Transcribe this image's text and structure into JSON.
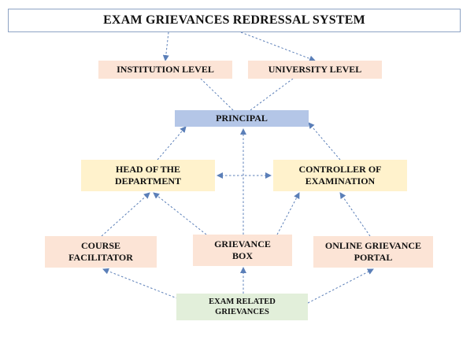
{
  "title": "EXAM GRIEVANCES REDRESSAL SYSTEM",
  "colors": {
    "peach": "#fce4d6",
    "blue": "#b4c6e7",
    "yellow": "#fff2cc",
    "green": "#e2efda",
    "edge": "#5b7fb8",
    "title_border": "#8ea3c4"
  },
  "nodes": {
    "institution": {
      "label": "INSTITUTION LEVEL"
    },
    "university": {
      "label": "UNIVERSITY LEVEL"
    },
    "principal": {
      "label": "PRINCIPAL"
    },
    "hod": {
      "line1": "HEAD OF THE",
      "line2": "DEPARTMENT"
    },
    "coe": {
      "line1": "CONTROLLER OF",
      "line2": "EXAMINATION"
    },
    "course": {
      "line1": "COURSE",
      "line2": "FACILITATOR"
    },
    "gbox": {
      "line1": "GRIEVANCE",
      "line2": "BOX"
    },
    "portal": {
      "line1": "ONLINE GRIEVANCE",
      "line2": "PORTAL"
    },
    "exam": {
      "line1": "EXAM RELATED",
      "line2": "GRIEVANCES"
    }
  },
  "edges": [
    {
      "from": "title",
      "to": "institution",
      "arrow": "end"
    },
    {
      "from": "title",
      "to": "university",
      "arrow": "end"
    },
    {
      "from": "principal",
      "to": "institution",
      "arrow": "none"
    },
    {
      "from": "principal",
      "to": "university",
      "arrow": "none"
    },
    {
      "from": "hod",
      "to": "principal",
      "arrow": "end"
    },
    {
      "from": "coe",
      "to": "principal",
      "arrow": "end"
    },
    {
      "from": "hod",
      "to": "coe",
      "arrow": "both"
    },
    {
      "from": "gbox",
      "to": "principal",
      "arrow": "end"
    },
    {
      "from": "course",
      "to": "hod",
      "arrow": "end"
    },
    {
      "from": "gbox",
      "to": "hod",
      "arrow": "end"
    },
    {
      "from": "gbox",
      "to": "coe",
      "arrow": "end"
    },
    {
      "from": "portal",
      "to": "coe",
      "arrow": "end"
    },
    {
      "from": "exam",
      "to": "course",
      "arrow": "end"
    },
    {
      "from": "exam",
      "to": "gbox",
      "arrow": "end"
    },
    {
      "from": "exam",
      "to": "portal",
      "arrow": "end"
    }
  ]
}
